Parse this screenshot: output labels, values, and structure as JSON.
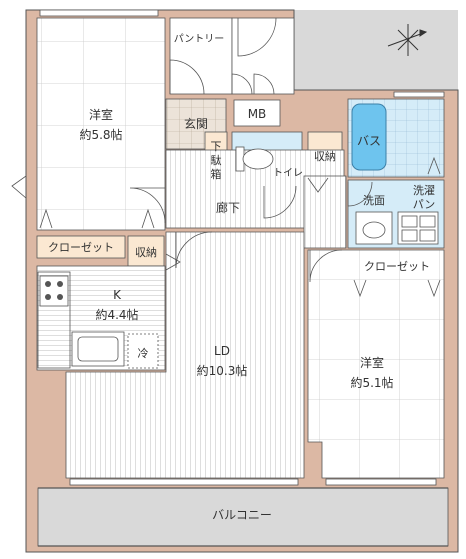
{
  "rooms": {
    "western_nw": {
      "name": "洋室",
      "size": "約5.8帖"
    },
    "western_se": {
      "name": "洋室",
      "size": "約5.1帖"
    },
    "ld": {
      "name": "LD",
      "size": "約10.3帖"
    },
    "kitchen": {
      "name": "K",
      "size": "約4.4帖"
    },
    "pantry": {
      "name": "パントリー"
    },
    "genkan": {
      "name": "玄関"
    },
    "mb": {
      "name": "MB"
    },
    "getabako": {
      "name": "下駄箱"
    },
    "toilet": {
      "name": "トイレ"
    },
    "storage_hall": {
      "name": "収納"
    },
    "storage_ld": {
      "name": "収納"
    },
    "bath": {
      "name": "バス"
    },
    "washroom": {
      "name": "洗面"
    },
    "washer_pan": {
      "name": "洗濯パン"
    },
    "closet_w": {
      "name": "クローゼット"
    },
    "closet_e": {
      "name": "クローゼット"
    },
    "hallway": {
      "name": "廊下"
    },
    "fridge": {
      "name": "冷"
    },
    "balcony": {
      "name": "バルコニー"
    }
  },
  "colors": {
    "wall": "#dcb8a4",
    "outline": "#555555",
    "floor_line": "#9a9a9a",
    "tile_fill": "#ffffff",
    "wet_fill": "#d5ecf8",
    "bath_fill": "#6ec4ee",
    "closet_fill": "#fbe8d2",
    "ld_fill": "#ffffff",
    "exterior": "#d9d9d9",
    "genkan_fill": "#ece3d9"
  },
  "icons": [
    "compass-icon",
    "stove-icon",
    "sink-icon",
    "toilet-icon",
    "washbasin-icon",
    "washer-pan-icon"
  ]
}
